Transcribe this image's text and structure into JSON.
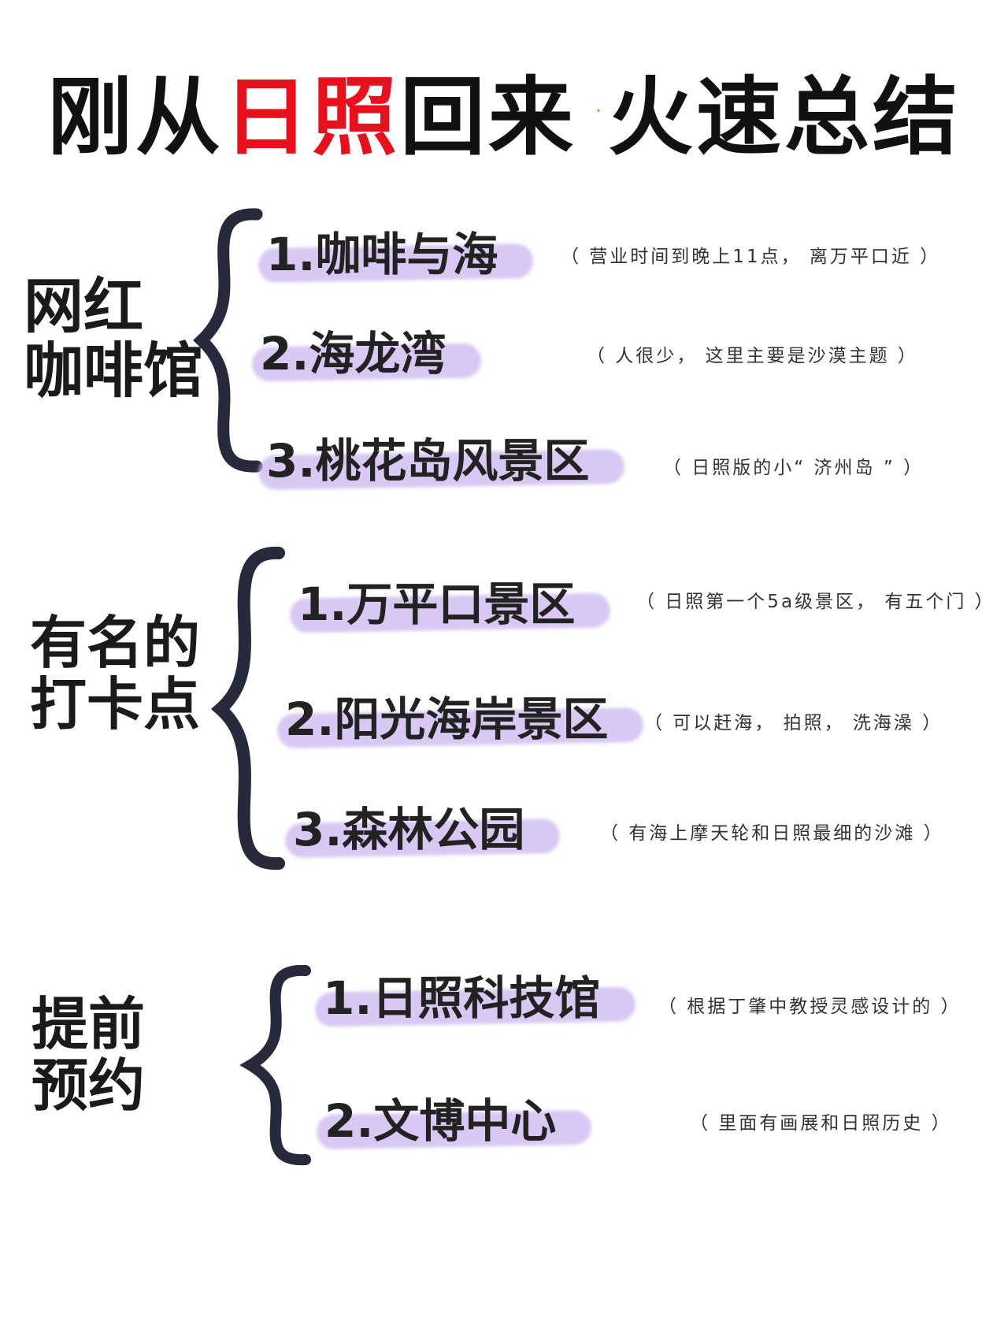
{
  "title": {
    "part1": "刚从",
    "highlight": "日照",
    "part2": "回来",
    "part3": "火速总结",
    "icon": "fire-icon",
    "accent_color": "#e8101c"
  },
  "groups": [
    {
      "category_line1": "网红",
      "category_line2": "咖啡馆",
      "items": [
        {
          "label": "1.咖啡与海",
          "note": "（ 营业时间到晚上11点， 离万平口近 ）"
        },
        {
          "label": "2.海龙湾",
          "note": "（ 人很少， 这里主要是沙漠主题 ）"
        },
        {
          "label": "3.桃花岛风景区",
          "note": "（ 日照版的小“ 济州岛 ” ）"
        }
      ]
    },
    {
      "category_line1": "有名的",
      "category_line2": "打卡点",
      "items": [
        {
          "label": "1.万平口景区",
          "note": "（ 日照第一个5a级景区， 有五个门 ）"
        },
        {
          "label": "2.阳光海岸景区",
          "note": "（ 可以赶海， 拍照， 洗海澡 ）"
        },
        {
          "label": "3.森林公园",
          "note": "（ 有海上摩天轮和日照最细的沙滩 ）"
        }
      ]
    },
    {
      "category_line1": "提前",
      "category_line2": "预约",
      "items": [
        {
          "label": "1.日照科技馆",
          "note": "（ 根据丁肇中教授灵感设计的 ）"
        },
        {
          "label": "2.文博中心",
          "note": "（ 里面有画展和日照历史 ）"
        }
      ]
    }
  ],
  "highlight_color": "#cbb6ef"
}
